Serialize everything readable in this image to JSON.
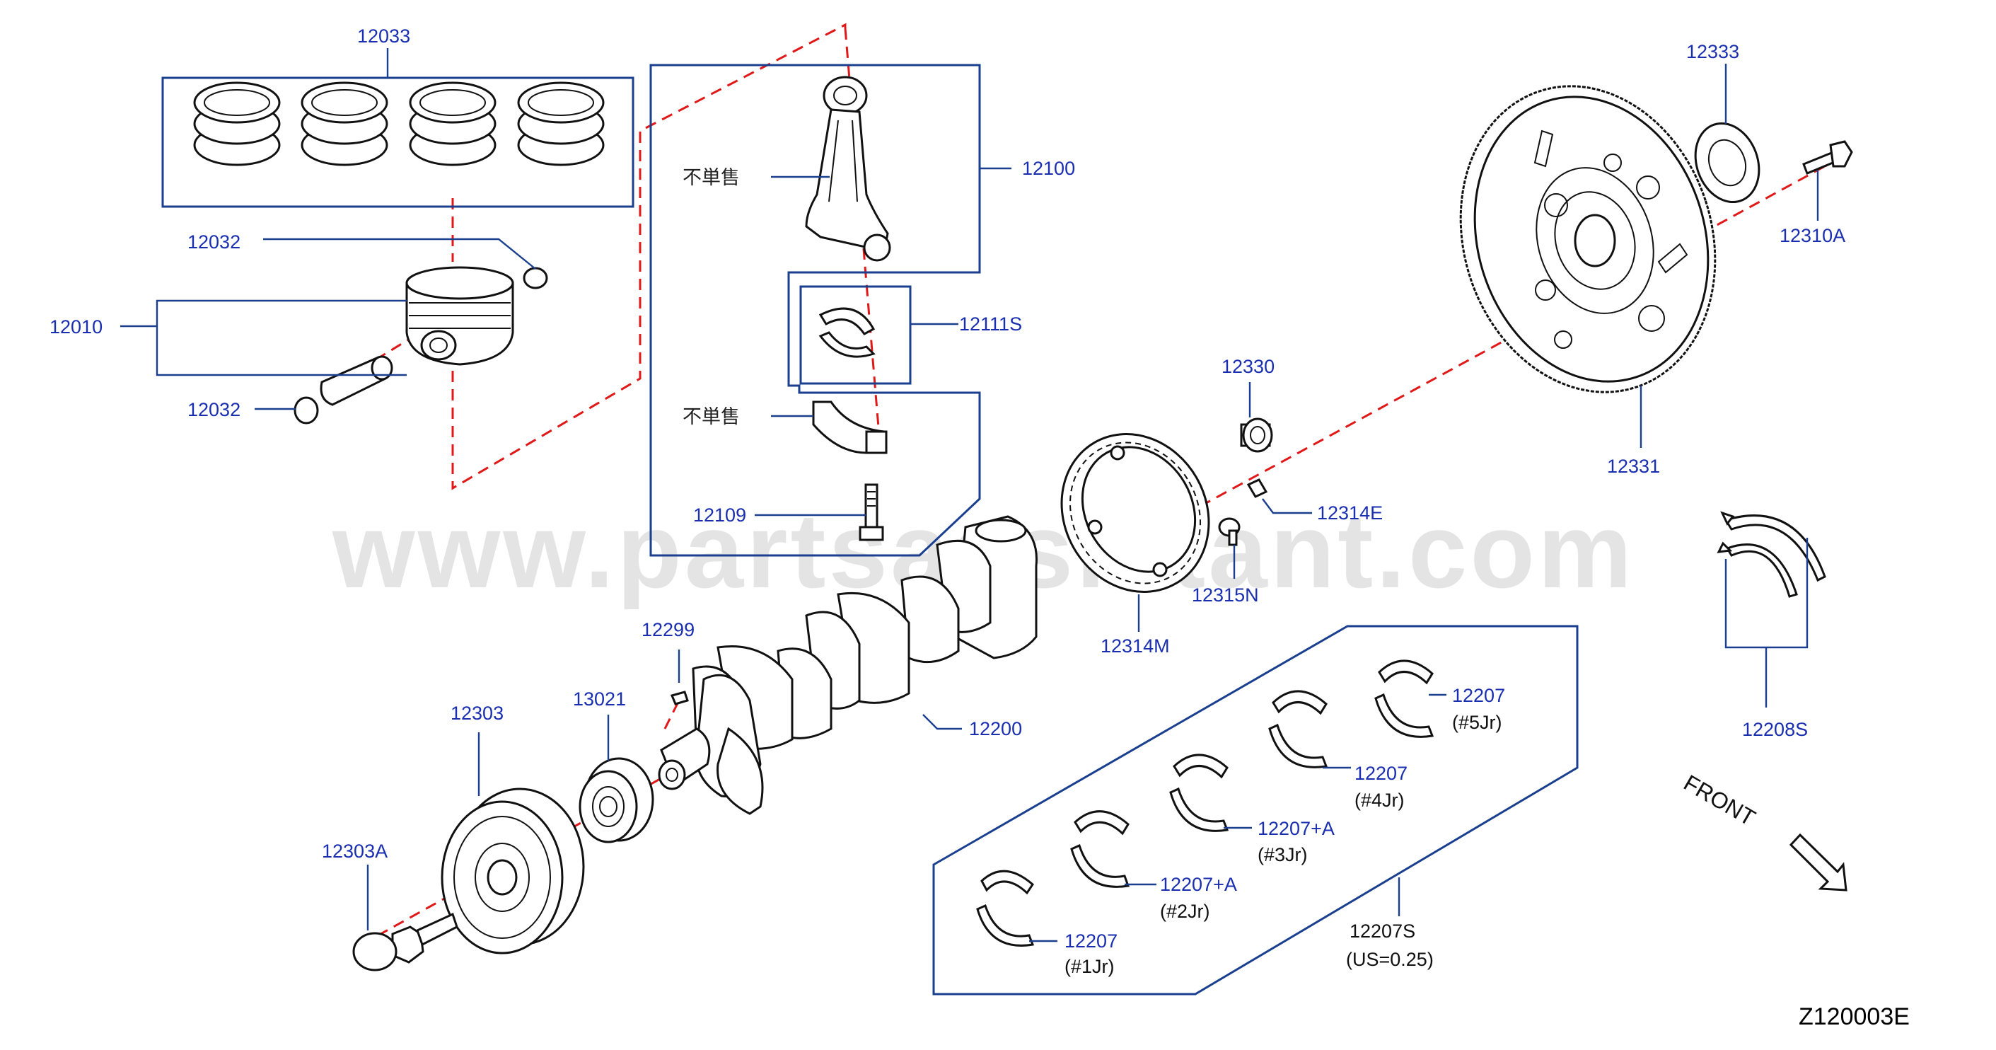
{
  "diagram_code": "Z120003E",
  "watermark": "www.partsassistant.com",
  "front_label": "FRONT",
  "labels": {
    "rings": "12033",
    "snap_ring_top": "12032",
    "snap_ring_bottom": "12032",
    "piston": "12010",
    "conrod": "12100",
    "not_sold_1": "不単售",
    "not_sold_2": "不単售",
    "conrod_bearing": "12111S",
    "conrod_bolt": "12109",
    "key": "12299",
    "crankshaft": "12200",
    "sprocket": "13021",
    "pulley": "12303",
    "pulley_bolt": "12303A",
    "reluctor_ring": "12314M",
    "pilot_bushing": "12330",
    "dowel": "12314E",
    "ring_screw": "12315N",
    "plate": "12333",
    "flywheel": "12331",
    "flywheel_bolt": "12310A",
    "thrust_washer": "12208S",
    "bearing_set": "12207S",
    "bearing_set_note": "(US=0.25)",
    "bearing_1": "12207",
    "bearing_1_jr": "(#1Jr)",
    "bearing_2": "12207+A",
    "bearing_2_jr": "(#2Jr)",
    "bearing_3": "12207+A",
    "bearing_3_jr": "(#3Jr)",
    "bearing_4": "12207",
    "bearing_4_jr": "(#4Jr)",
    "bearing_5": "12207",
    "bearing_5_jr": "(#5Jr)"
  },
  "colors": {
    "label": "#1a2fb0",
    "leader": "#1a3f8f",
    "centerline": "#e01818",
    "part_stroke": "#111111"
  }
}
